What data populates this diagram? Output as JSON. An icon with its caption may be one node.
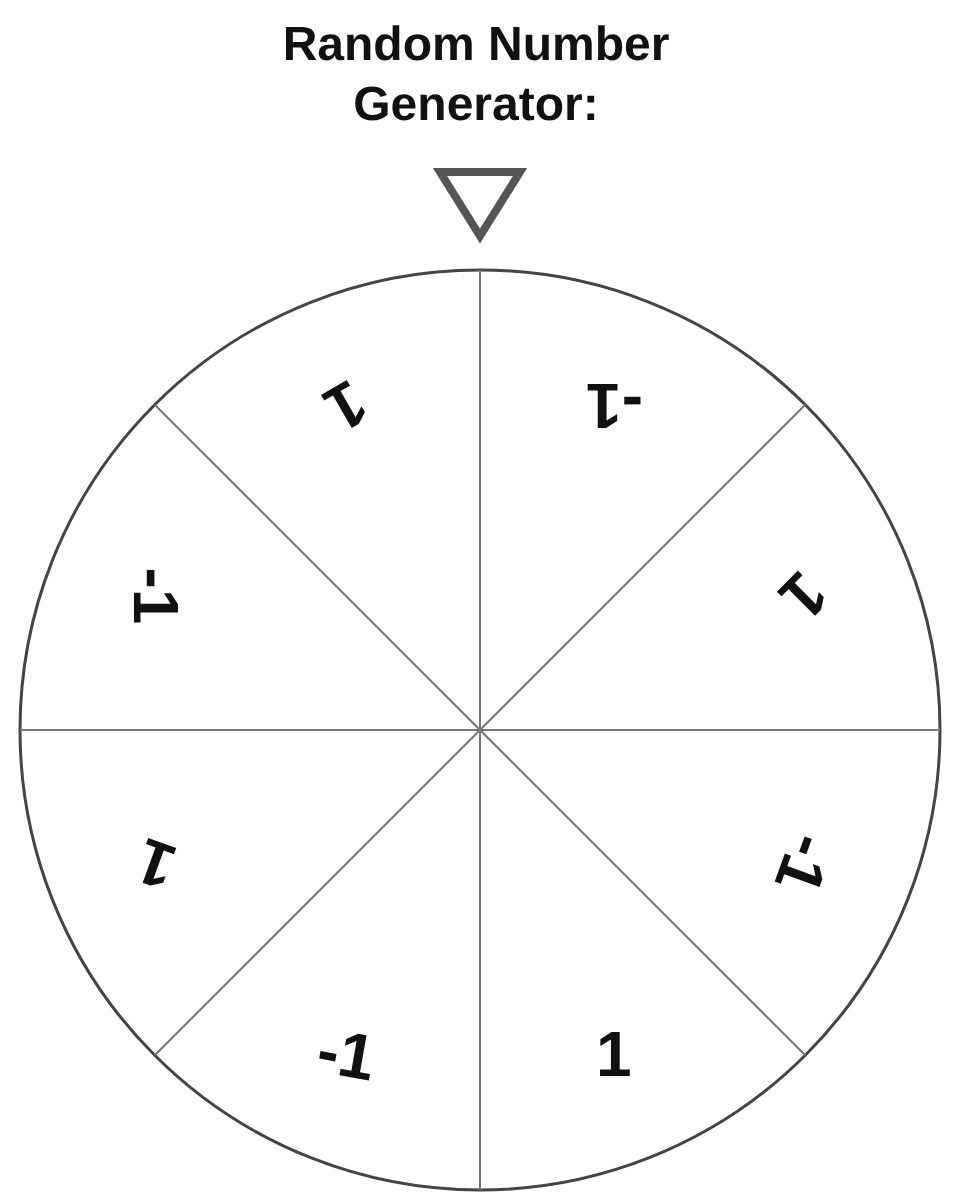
{
  "diagram": {
    "title": "Random Number Generator:",
    "labels": [
      "1",
      "-1",
      "-1",
      "1",
      "1",
      "-1",
      "-1",
      "1"
    ]
  }
}
